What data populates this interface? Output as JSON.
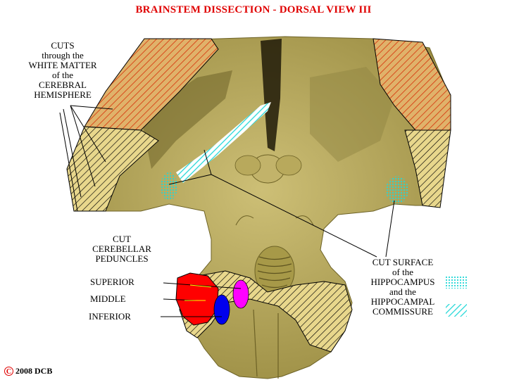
{
  "title": "BRAINSTEM DISSECTION - DORSAL VIEW III",
  "labels": {
    "cuts": [
      "CUTS",
      "through the",
      "WHITE MATTER",
      "of the",
      "CEREBRAL",
      "HEMISPHERE"
    ],
    "peduncles": [
      "CUT",
      "CEREBELLAR",
      "PEDUNCLES"
    ],
    "superior": "SUPERIOR",
    "middle": "MIDDLE",
    "inferior": "INFERIOR",
    "hippocampus": [
      "CUT SURFACE",
      "of the",
      "HIPPOCAMPUS",
      "and the",
      "HIPPOCAMPAL",
      "COMMISSURE"
    ]
  },
  "copyright": {
    "symbol": "C",
    "text": "2008  DCB"
  },
  "colors": {
    "title": "#e00000",
    "tissue": "#b7a85c",
    "hatch_red": "#d84a1c",
    "hatch_black": "#000000",
    "superior_peduncle": "#ff00ff",
    "middle_peduncle": "#ff0000",
    "inferior_peduncle": "#0000ee",
    "hippocampus": "#23d7d7"
  }
}
